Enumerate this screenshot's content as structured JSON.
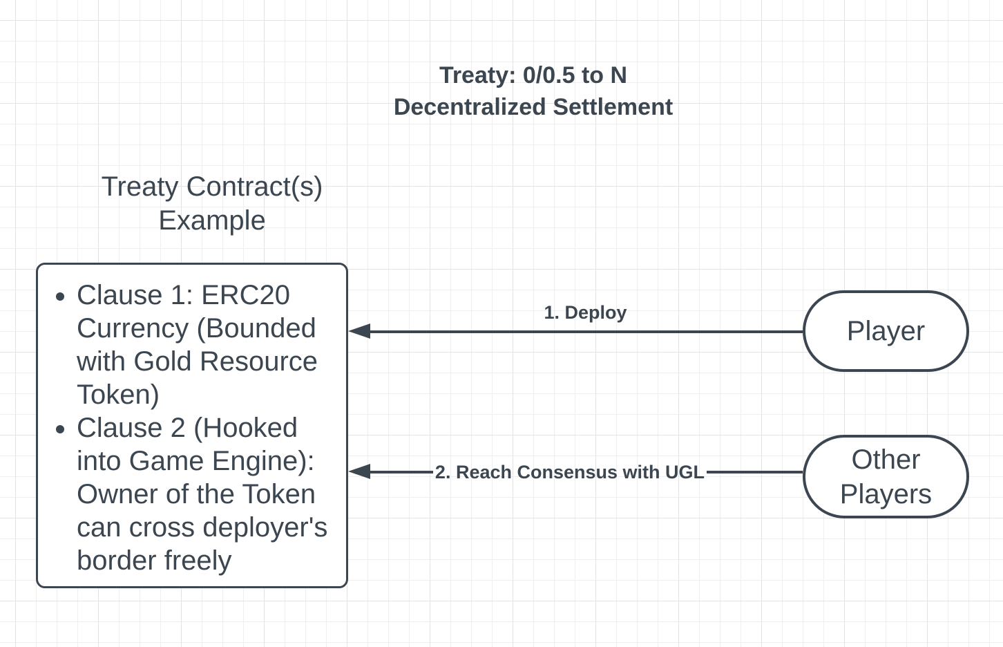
{
  "colors": {
    "stroke": "#3b4650",
    "text": "#3b4650",
    "node_fill": "#ffffff",
    "canvas_background": "#ffffff",
    "grid_minor": "#efefef",
    "grid_major": "#e3e3e3"
  },
  "title": {
    "lines": [
      "Treaty: 0/0.5 to N",
      "Decentralized Settlement"
    ]
  },
  "contract_caption": {
    "lines": [
      "Treaty Contract(s)",
      "Example"
    ]
  },
  "contract_box": {
    "clauses": [
      "Clause 1: ERC20 Currency (Bounded with Gold Resource Token)",
      "Clause 2 (Hooked into Game Engine): Owner of the Token can cross deployer's border freely"
    ]
  },
  "actors": {
    "player_label": "Player",
    "other_players_label": "Other Players"
  },
  "edges": {
    "deploy_label": "1. Deploy",
    "consensus_label": "2. Reach Consensus with UGL"
  }
}
